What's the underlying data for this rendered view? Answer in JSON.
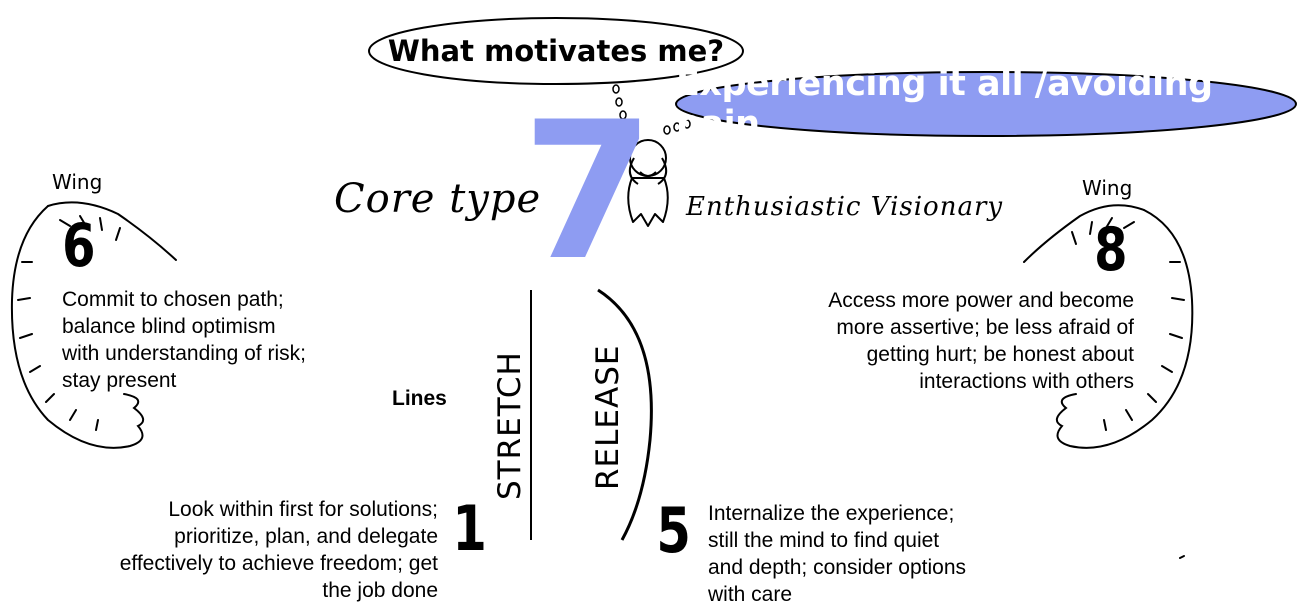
{
  "question": "What motivates me?",
  "motivation": "Experiencing it all /avoiding pain",
  "core": {
    "label": "Core type",
    "number": "7",
    "name": "Enthusiastic Visionary"
  },
  "wings": [
    {
      "label": "Wing",
      "number": "6",
      "description": [
        "Commit to chosen path;",
        "balance blind optimism",
        "with understanding of risk;",
        "stay present"
      ]
    },
    {
      "label": "Wing",
      "number": "8",
      "description": [
        "Access more power and become",
        "more assertive; be less afraid of",
        "getting hurt; be honest about",
        "interactions with others"
      ]
    }
  ],
  "lines": {
    "label": "Lines",
    "stretch": {
      "label": "STRETCH",
      "number": "1",
      "description": [
        "Look within first for solutions;",
        "prioritize, plan, and delegate",
        "effectively to achieve freedom; get",
        "the job done"
      ]
    },
    "release": {
      "label": "RELEASE",
      "number": "5",
      "description": [
        "Internalize the experience;",
        "still the mind to find quiet",
        "and depth; consider options",
        "with care"
      ]
    }
  },
  "colors": {
    "accent": "#8e9cf2",
    "bubble_fill": "#8e9cf2"
  }
}
